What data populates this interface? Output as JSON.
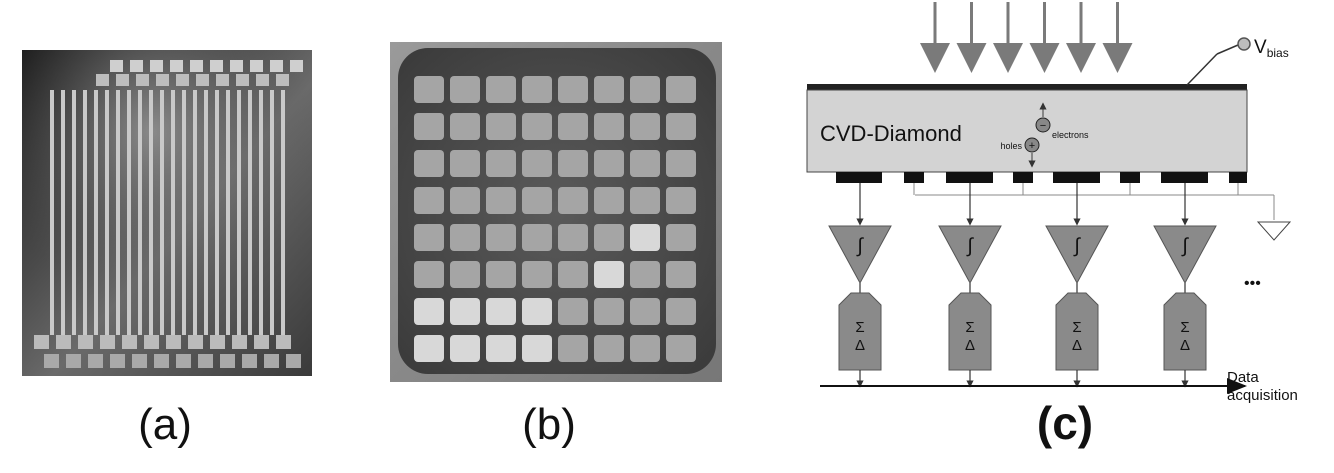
{
  "panels": {
    "a": {
      "label": "(a)"
    },
    "b": {
      "label": "(b)"
    },
    "c": {
      "label": "(c)",
      "material_label": "CVD-Diamond",
      "bias_label_main": "V",
      "bias_label_sub": "bias",
      "holes_label": "holes",
      "electrons_label": "electrons",
      "plus_symbol": "+",
      "minus_symbol": "−",
      "integrator_symbol": "∫",
      "adc_symbol_top": "Σ",
      "adc_symbol_bottom": "Δ",
      "ellipsis": "•••",
      "data_label_line1": "Data",
      "data_label_line2": "acquisition",
      "channel_count": 4,
      "incident_arrow_count": 6
    }
  },
  "colors": {
    "diamond_fill": "#d3d3d3",
    "amp_fill": "#8a8a8a",
    "electrode": "#111111",
    "photo_dark": "#2a2a2a",
    "photo_light": "#bdbdbd"
  }
}
